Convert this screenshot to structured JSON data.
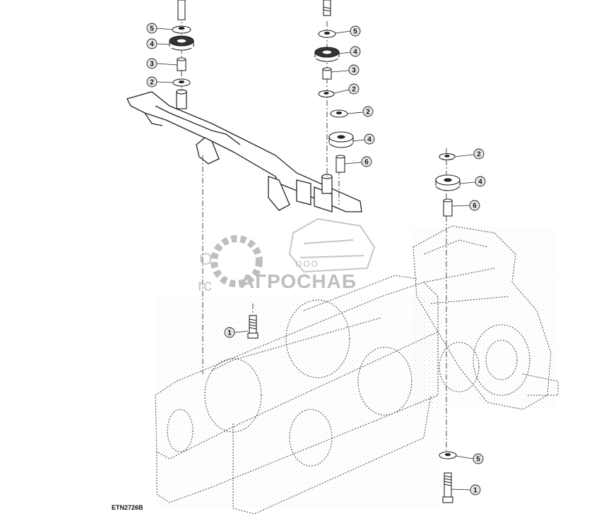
{
  "drawing_id": "ETN2726B",
  "watermark": {
    "prefix": "ООО",
    "brand": "АГРОСНАБ",
    "fragment_1": "О",
    "fragment_2": "rc"
  },
  "callouts": [
    {
      "label": "5",
      "part": "washer"
    },
    {
      "label": "4",
      "part": "isolator"
    },
    {
      "label": "3",
      "part": "spacer"
    },
    {
      "label": "2",
      "part": "washer"
    },
    {
      "label": "5",
      "part": "washer"
    },
    {
      "label": "4",
      "part": "isolator"
    },
    {
      "label": "3",
      "part": "spacer"
    },
    {
      "label": "2",
      "part": "washer"
    },
    {
      "label": "2",
      "part": "washer"
    },
    {
      "label": "4",
      "part": "isolator"
    },
    {
      "label": "6",
      "part": "sleeve"
    },
    {
      "label": "2",
      "part": "washer"
    },
    {
      "label": "4",
      "part": "isolator"
    },
    {
      "label": "6",
      "part": "sleeve"
    },
    {
      "label": "1",
      "part": "bolt"
    },
    {
      "label": "5",
      "part": "washer"
    },
    {
      "label": "1",
      "part": "bolt"
    }
  ]
}
